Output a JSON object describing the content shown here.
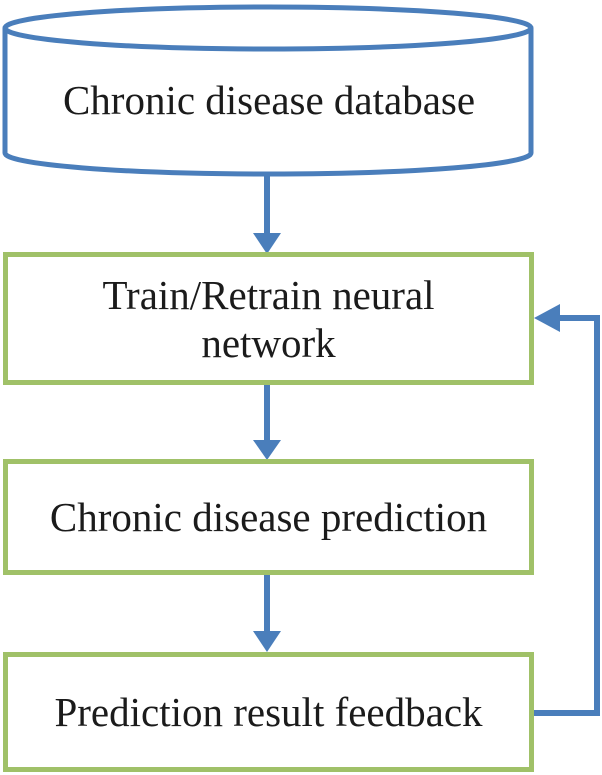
{
  "figure": {
    "type": "flowchart",
    "database": {
      "label": "Chronic disease database",
      "shape": "cylinder"
    },
    "steps": [
      {
        "id": "train",
        "label": "Train/Retrain neural network"
      },
      {
        "id": "predict",
        "label": "Chronic disease prediction"
      },
      {
        "id": "feedback",
        "label": "Prediction result feedback"
      }
    ],
    "edges": [
      {
        "from": "database",
        "to": "train",
        "direction": "down"
      },
      {
        "from": "train",
        "to": "predict",
        "direction": "down"
      },
      {
        "from": "predict",
        "to": "feedback",
        "direction": "down"
      },
      {
        "from": "feedback",
        "to": "train",
        "direction": "up",
        "type": "feedback-loop"
      }
    ],
    "colors": {
      "line_blue": "#4a7ebb",
      "box_green": "#a0c168",
      "text": "#1b1b1b",
      "background": "#ffffff"
    }
  }
}
